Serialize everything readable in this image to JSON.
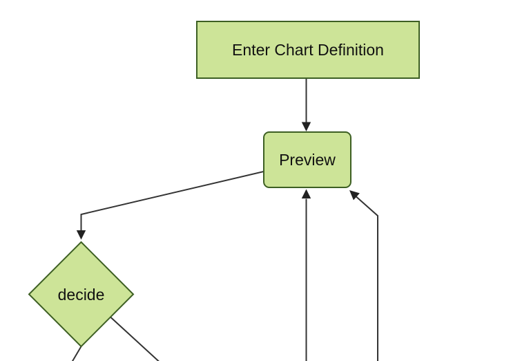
{
  "diagram": {
    "type": "flowchart",
    "direction": "top-down",
    "nodes": [
      {
        "id": "enter-chart-definition",
        "label": "Enter Chart Definition",
        "shape": "rectangle"
      },
      {
        "id": "preview",
        "label": "Preview",
        "shape": "rounded-rectangle"
      },
      {
        "id": "decide",
        "label": "decide",
        "shape": "diamond"
      }
    ],
    "edges": [
      {
        "from": "enter-chart-definition",
        "to": "preview",
        "arrowhead": true
      },
      {
        "from": "preview",
        "to": "decide",
        "arrowhead": true
      },
      {
        "from": "decide",
        "to": "offscreen-bottom-left",
        "arrowhead": false
      },
      {
        "from": "decide",
        "to": "offscreen-bottom-right",
        "arrowhead": false
      },
      {
        "from": "offscreen-bottom",
        "to": "preview",
        "arrowhead": true
      },
      {
        "from": "offscreen-bottom-right",
        "to": "preview",
        "arrowhead": true
      }
    ],
    "colors": {
      "background": "#ffffff",
      "node_fill": "#cde498",
      "node_border": "#3d5f23",
      "edge_line": "#333333",
      "arrowhead": "#222222",
      "text": "#111111"
    }
  }
}
